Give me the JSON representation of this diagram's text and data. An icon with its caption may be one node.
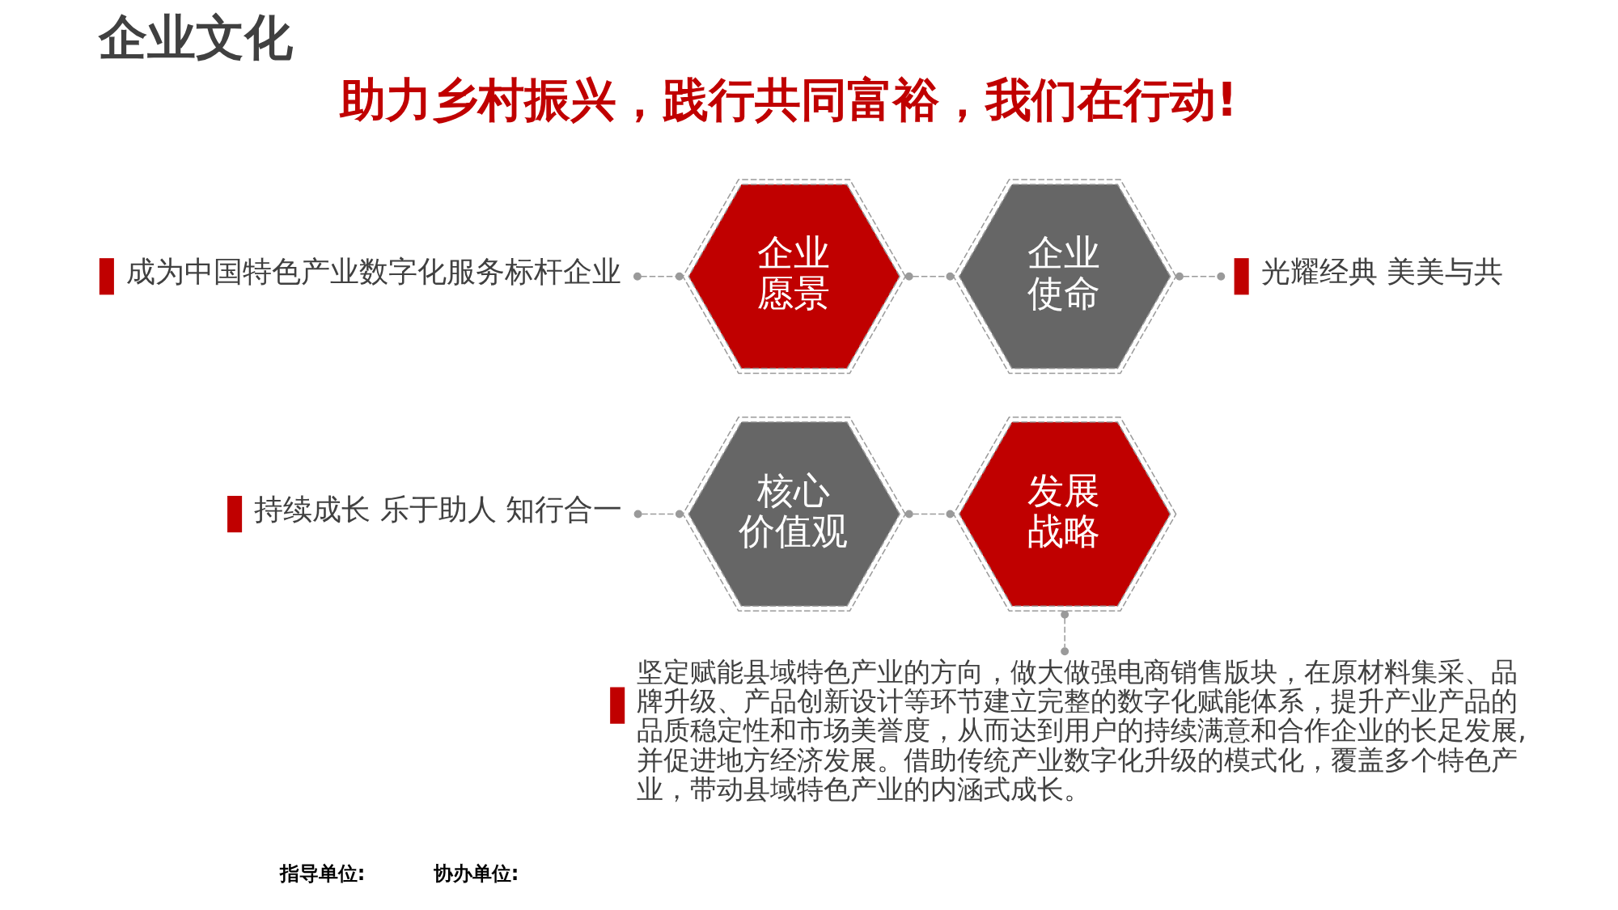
{
  "diagram": {
    "title": "企业文化",
    "nodes": [
      {
        "text": [
          "成为中国特色产业数字化服务标杆企业"
        ]
      },
      {
        "text": [
          "企业愿景"
        ]
      },
      {
        "text": [
          "企业使命"
        ]
      },
      {
        "text": [
          "光耀经典 美美与共"
        ]
      },
      {
        "text": [
          "核心价值观"
        ]
      },
      {
        "text": [
          "发展战略"
        ]
      },
      {
        "text": [
          "持续成长 乐于助人 知行合一"
        ]
      },
      {
        "text": [
          "坚定赋能县域特色产业的方向，做大做强电商销售版块，在原材料集采、品牌升级、产品创新设计等环节建立完整的数字化赋能体系，提升产业产品的品质稳定性和市场美誉度，从而达到用户的持续满意和合作企业的长足发展,并促进地方经济发展。借助传统产业数字化升级的模式化，覆盖多个特色产业，带动县域特色产业的内涵式成长。"
        ]
      }
    ],
    "edges": [
      {
        "from": 0,
        "to": 1,
        "arrow": "other",
        "style": "dashed"
      },
      {
        "from": 1,
        "to": 2,
        "arrow": "other",
        "style": "dashed"
      },
      {
        "from": 2,
        "to": 3,
        "arrow": "other",
        "style": "dashed"
      },
      {
        "from": 6,
        "to": 4,
        "arrow": "other",
        "style": "dashed"
      },
      {
        "from": 4,
        "to": 5,
        "arrow": "other",
        "style": "dashed"
      },
      {
        "from": 5,
        "to": 7,
        "arrow": "other",
        "style": "dashed"
      }
    ],
    "labels": [
      "助力乡村振兴，践行共同富裕，我们在行动!",
      "指导单位:",
      "协办单位:"
    ]
  }
}
